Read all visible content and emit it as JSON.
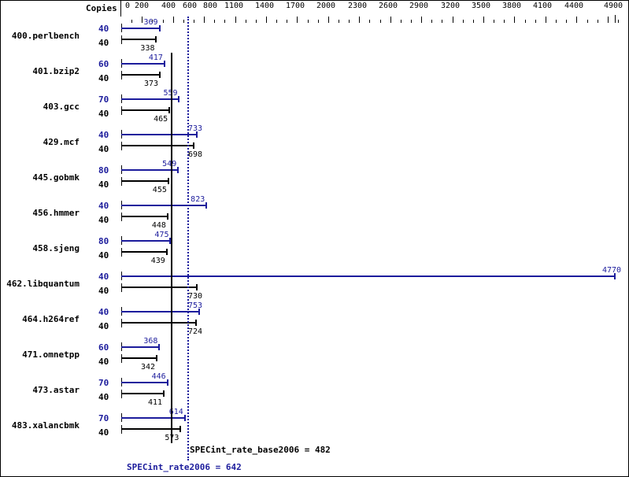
{
  "axis": {
    "copies_label": "Copies",
    "ticks": [
      "0",
      "200",
      "400",
      "600",
      "800",
      "1100",
      "1400",
      "1700",
      "2000",
      "2300",
      "2600",
      "2900",
      "3200",
      "3500",
      "3800",
      "4100",
      "4400",
      "4900"
    ]
  },
  "colors": {
    "peak": "#1c1c9c",
    "base": "#000000"
  },
  "benchmarks": [
    {
      "name": "400.perlbench",
      "peak_copies": "40",
      "base_copies": "40",
      "peak": "369",
      "base": "338"
    },
    {
      "name": "401.bzip2",
      "peak_copies": "60",
      "base_copies": "40",
      "peak": "417",
      "base": "373"
    },
    {
      "name": "403.gcc",
      "peak_copies": "70",
      "base_copies": "40",
      "peak": "559",
      "base": "465"
    },
    {
      "name": "429.mcf",
      "peak_copies": "40",
      "base_copies": "40",
      "peak": "733",
      "base": "698"
    },
    {
      "name": "445.gobmk",
      "peak_copies": "80",
      "base_copies": "40",
      "peak": "549",
      "base": "455"
    },
    {
      "name": "456.hmmer",
      "peak_copies": "40",
      "base_copies": "40",
      "peak": "823",
      "base": "448"
    },
    {
      "name": "458.sjeng",
      "peak_copies": "80",
      "base_copies": "40",
      "peak": "475",
      "base": "439"
    },
    {
      "name": "462.libquantum",
      "peak_copies": "40",
      "base_copies": "40",
      "peak": "4770",
      "base": "730"
    },
    {
      "name": "464.h264ref",
      "peak_copies": "40",
      "base_copies": "40",
      "peak": "753",
      "base": "724"
    },
    {
      "name": "471.omnetpp",
      "peak_copies": "60",
      "base_copies": "40",
      "peak": "368",
      "base": "342"
    },
    {
      "name": "473.astar",
      "peak_copies": "70",
      "base_copies": "40",
      "peak": "446",
      "base": "411"
    },
    {
      "name": "483.xalancbmk",
      "peak_copies": "70",
      "base_copies": "40",
      "peak": "614",
      "base": "573"
    }
  ],
  "summary": {
    "base_label": "SPECint_rate_base2006 = 482",
    "peak_label": "SPECint_rate2006 = 642"
  },
  "chart_data": {
    "type": "bar",
    "orientation": "horizontal",
    "title": "",
    "xlabel": "",
    "ylabel": "Copies",
    "xlim": [
      0,
      4900
    ],
    "categories": [
      "400.perlbench",
      "401.bzip2",
      "403.gcc",
      "429.mcf",
      "445.gobmk",
      "456.hmmer",
      "458.sjeng",
      "462.libquantum",
      "464.h264ref",
      "471.omnetpp",
      "473.astar",
      "483.xalancbmk"
    ],
    "series": [
      {
        "name": "SPECint_rate2006 (peak)",
        "color": "#1c1c9c",
        "copies": [
          40,
          60,
          70,
          40,
          80,
          40,
          80,
          40,
          40,
          60,
          70,
          70
        ],
        "values": [
          369,
          417,
          559,
          733,
          549,
          823,
          475,
          4770,
          753,
          368,
          446,
          614
        ]
      },
      {
        "name": "SPECint_rate_base2006 (base)",
        "color": "#000000",
        "copies": [
          40,
          40,
          40,
          40,
          40,
          40,
          40,
          40,
          40,
          40,
          40,
          40
        ],
        "values": [
          338,
          373,
          465,
          698,
          455,
          448,
          439,
          730,
          724,
          342,
          411,
          573
        ]
      }
    ],
    "reference_lines": [
      {
        "name": "SPECint_rate_base2006",
        "value": 482,
        "style": "solid",
        "color": "#000000"
      },
      {
        "name": "SPECint_rate2006",
        "value": 642,
        "style": "dotted",
        "color": "#1c1c9c"
      }
    ],
    "tick_labels": [
      "0",
      "200",
      "400",
      "600",
      "800",
      "1100",
      "1400",
      "1700",
      "2000",
      "2300",
      "2600",
      "2900",
      "3200",
      "3500",
      "3800",
      "4100",
      "4400",
      "4900"
    ]
  }
}
